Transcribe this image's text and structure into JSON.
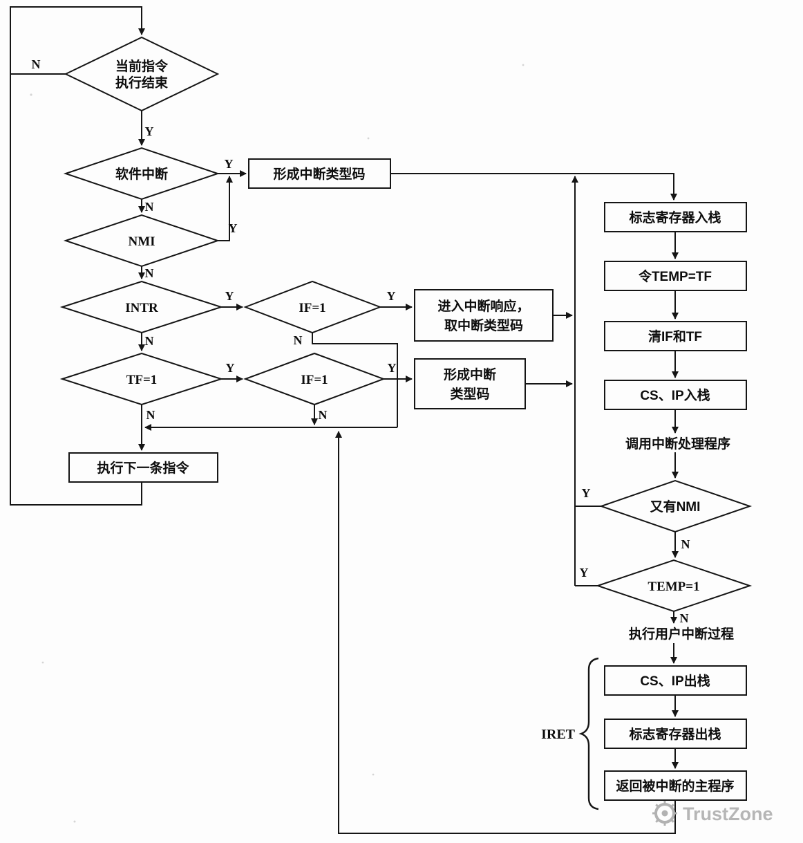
{
  "labels": {
    "yes": "Y",
    "no": "N"
  },
  "nodes": {
    "d_current": {
      "l1": "当前指令",
      "l2": "执行结束"
    },
    "d_soft": "软件中断",
    "d_nmi": "NMI",
    "d_intr": "INTR",
    "d_tf": "TF=1",
    "d_if_upper": "IF=1",
    "d_if_lower": "IF=1",
    "b_form_code_1": "形成中断类型码",
    "b_enter": {
      "l1": "进入中断响应，",
      "l2": "取中断类型码"
    },
    "b_form_code_2": {
      "l1": "形成中断",
      "l2": "类型码"
    },
    "b_next_instr": "执行下一条指令",
    "b_push_flags": "标志寄存器入栈",
    "b_temp_tf": "令TEMP=TF",
    "b_clear_if_tf": "清IF和TF",
    "b_push_csip": "CS、IP入栈",
    "t_call_handler": "调用中断处理程序",
    "d_nmi_again": "又有NMI",
    "d_temp": "TEMP=1",
    "t_user_proc": "执行用户中断过程",
    "b_pop_csip": "CS、IP出栈",
    "b_pop_flags": "标志寄存器出栈",
    "b_return_main": "返回被中断的主程序",
    "iret": "IRET"
  },
  "watermark": {
    "text": "TrustZone"
  }
}
